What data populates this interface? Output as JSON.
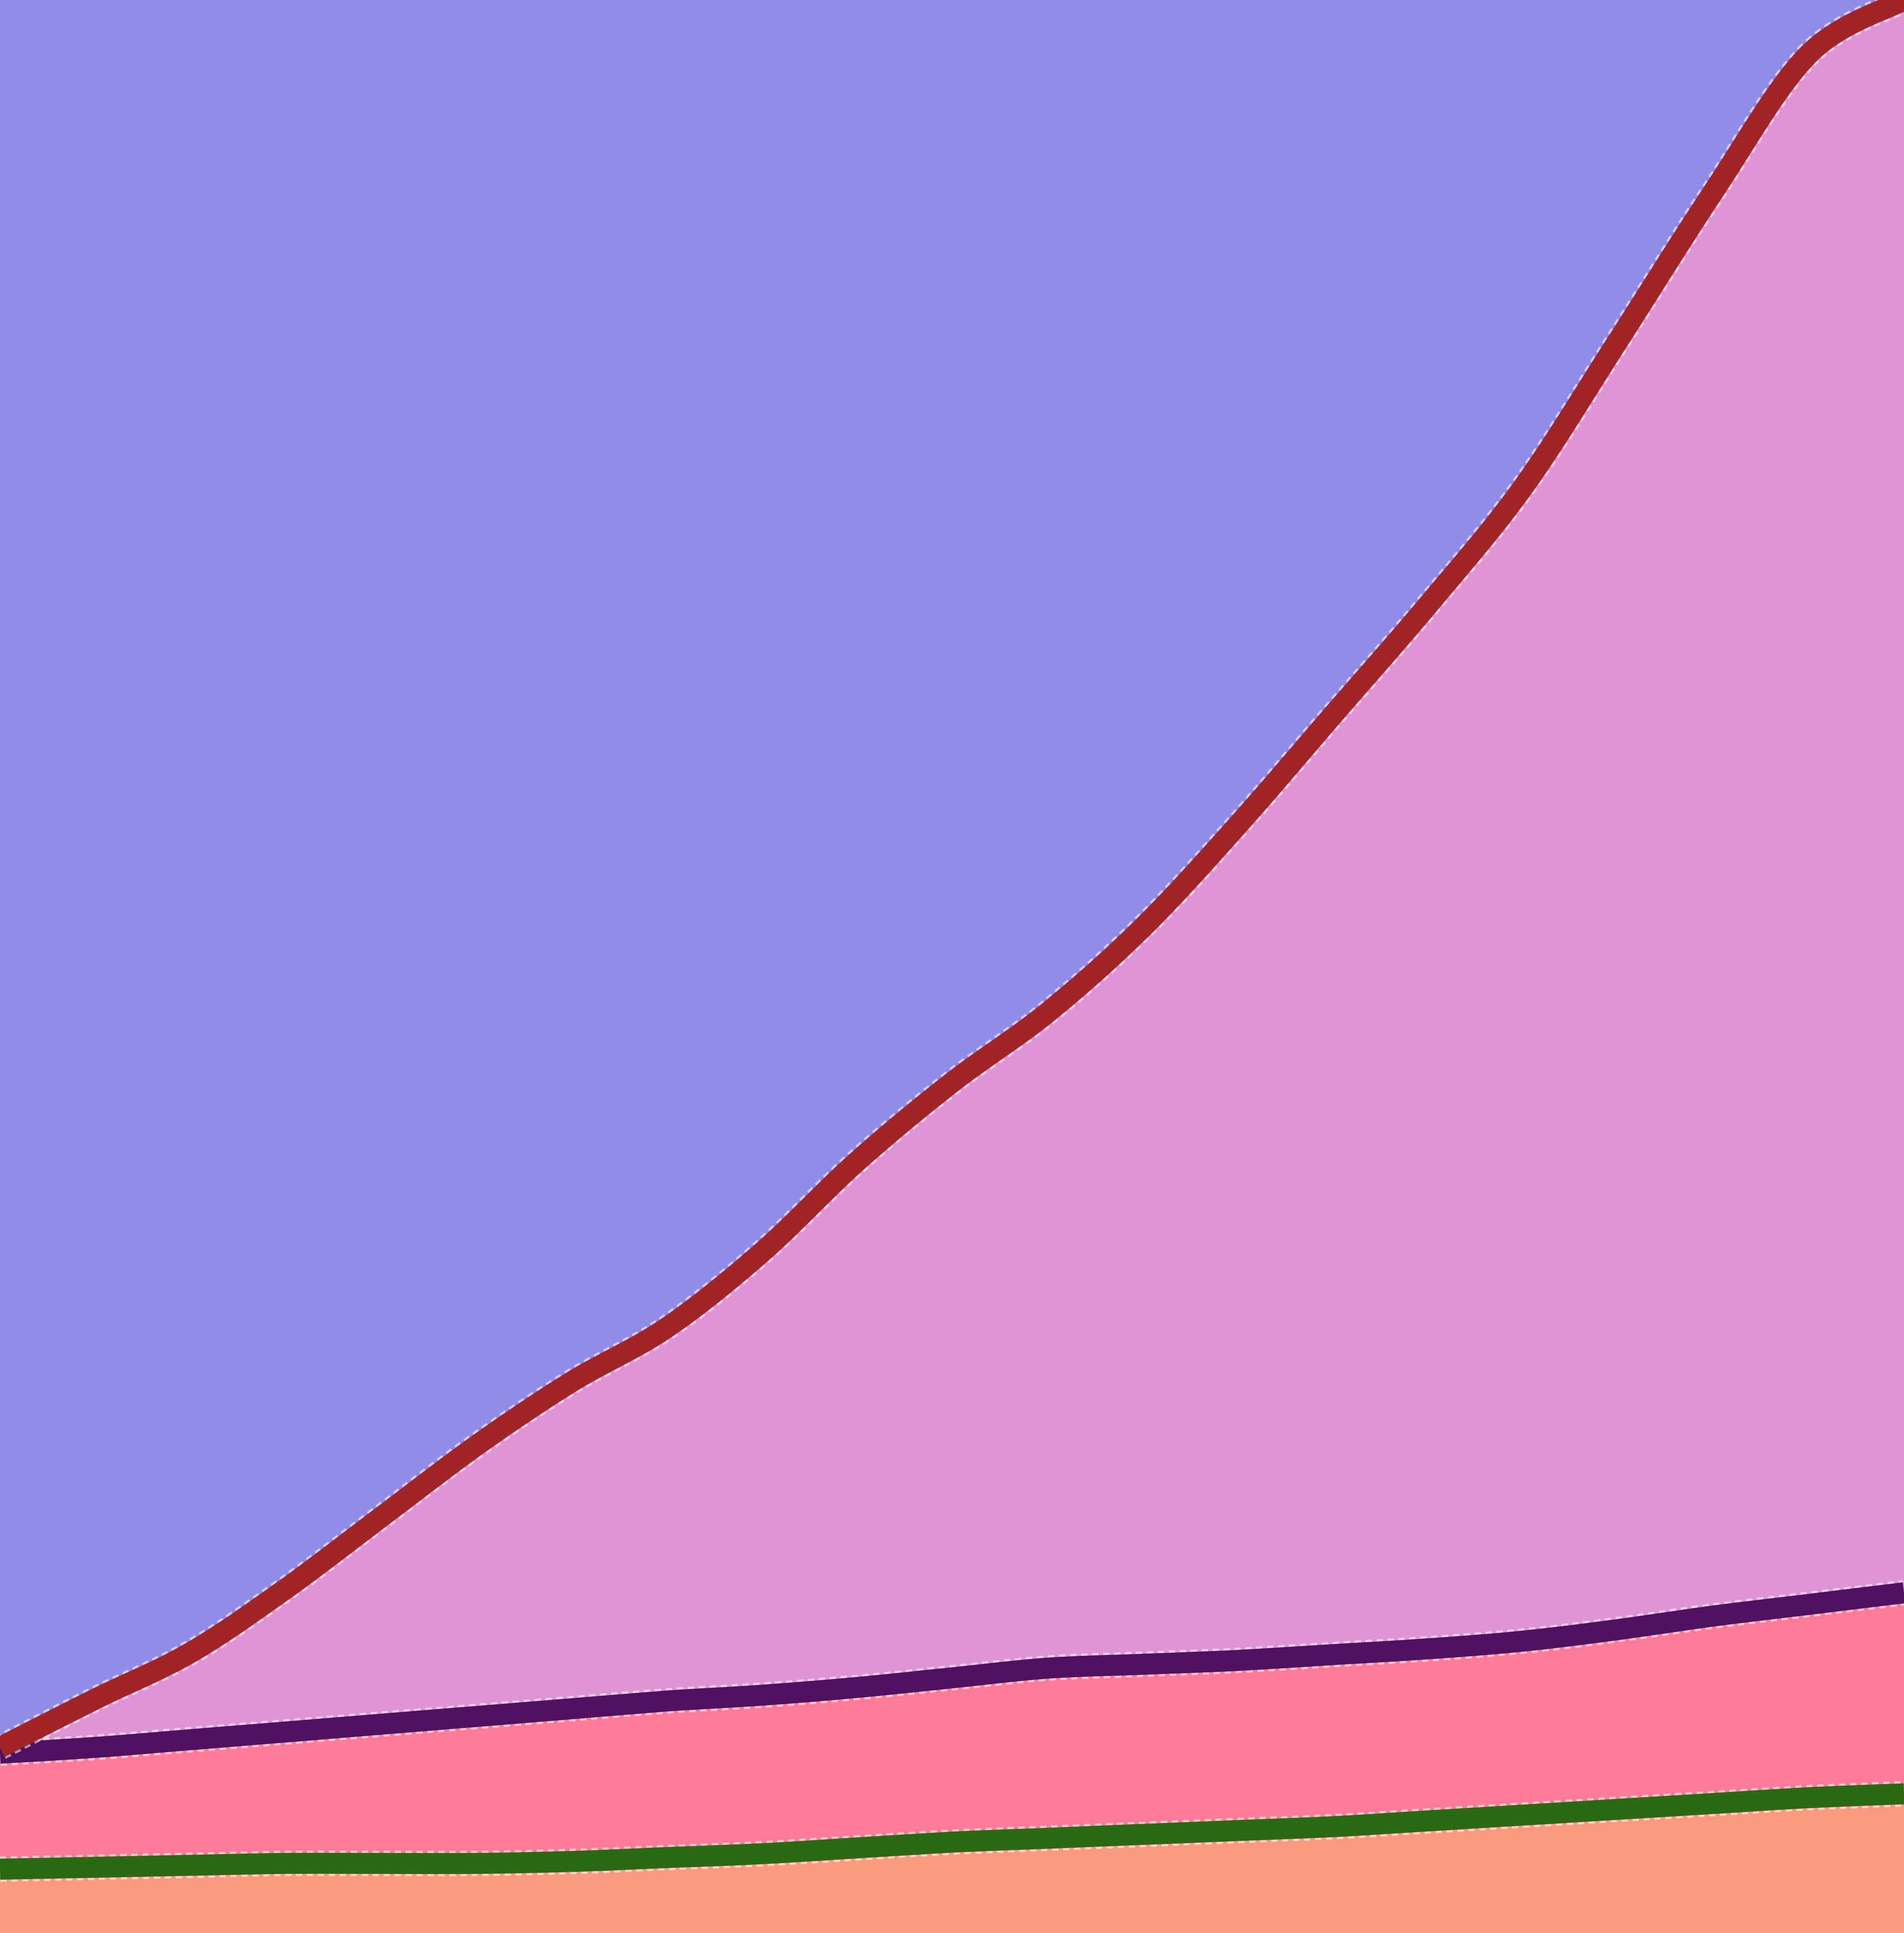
{
  "chart_data": {
    "type": "area",
    "stacked": true,
    "x": [
      0,
      0.05,
      0.1,
      0.15,
      0.2,
      0.25,
      0.3,
      0.35,
      0.4,
      0.45,
      0.5,
      0.55,
      0.6,
      0.65,
      0.7,
      0.75,
      0.8,
      0.85,
      0.9,
      0.95,
      1.0
    ],
    "xlim": [
      0,
      1
    ],
    "ylim": [
      0,
      1
    ],
    "background_color": "#918ce8",
    "grid": false,
    "legend": "none",
    "series": [
      {
        "color": "#f99a80",
        "line_color": "#2b6a12",
        "values": [
          0.033,
          0.034,
          0.035,
          0.036,
          0.036,
          0.036,
          0.037,
          0.039,
          0.041,
          0.044,
          0.047,
          0.049,
          0.051,
          0.053,
          0.055,
          0.058,
          0.061,
          0.064,
          0.067,
          0.07,
          0.072
        ]
      },
      {
        "color": "#fc7b99",
        "line_color": "#4f1162",
        "values": [
          0.093,
          0.096,
          0.1,
          0.104,
          0.108,
          0.112,
          0.116,
          0.12,
          0.123,
          0.127,
          0.132,
          0.137,
          0.139,
          0.141,
          0.144,
          0.147,
          0.151,
          0.157,
          0.164,
          0.17,
          0.176
        ]
      },
      {
        "color": "#df95d5",
        "line_color": "#a32424",
        "values": [
          0.096,
          0.121,
          0.145,
          0.178,
          0.215,
          0.252,
          0.285,
          0.313,
          0.352,
          0.399,
          0.44,
          0.476,
          0.52,
          0.573,
          0.63,
          0.687,
          0.748,
          0.824,
          0.901,
          0.972,
          1.0
        ]
      }
    ]
  }
}
